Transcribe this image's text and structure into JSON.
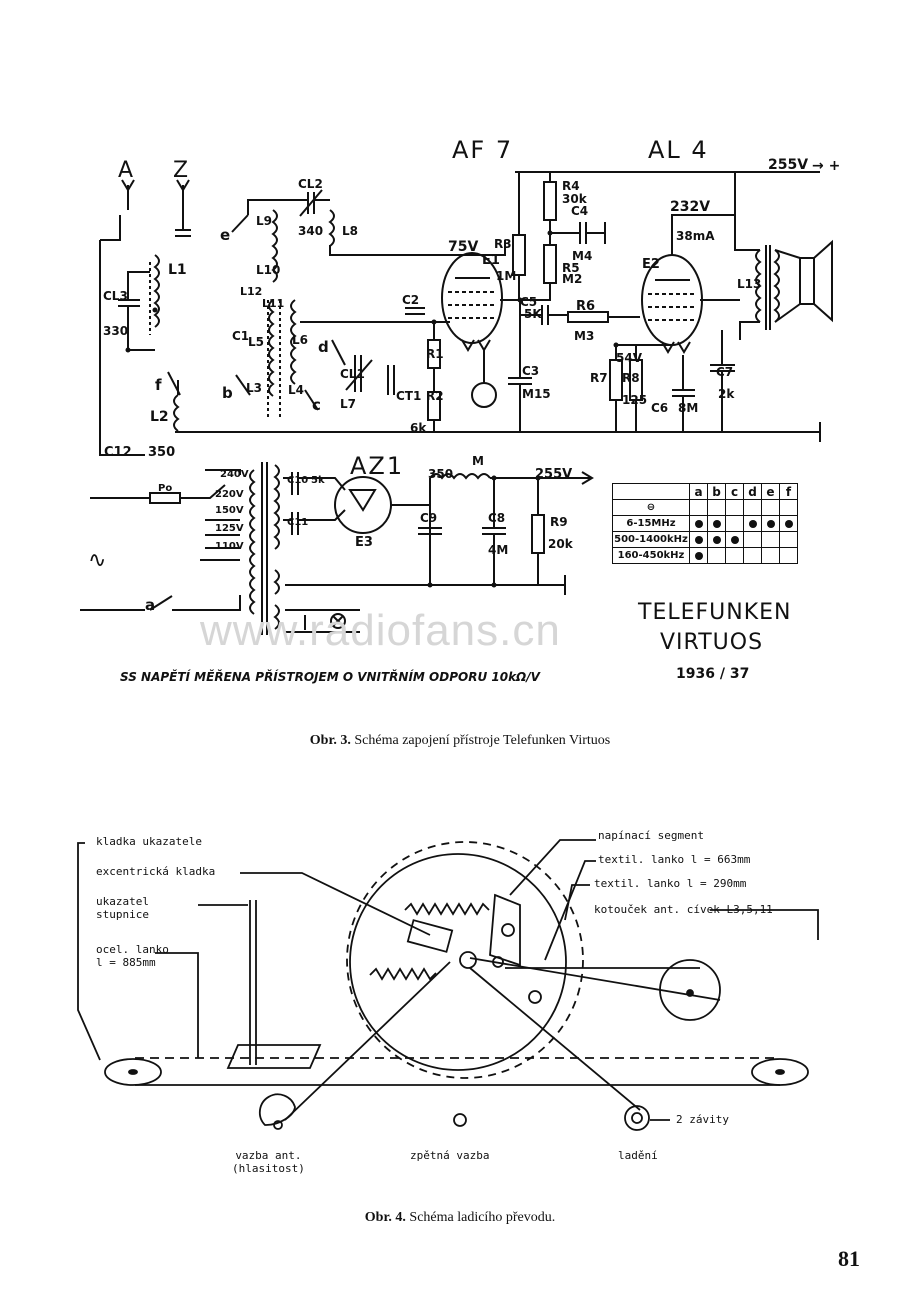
{
  "fig3": {
    "tubes": [
      "AF 7",
      "AL 4",
      "AZ1"
    ],
    "antenna_labels": [
      "A",
      "Z"
    ],
    "voltages": [
      "255V",
      "232V",
      "75V",
      "38mA",
      "54V",
      "350",
      "255V"
    ],
    "mains_taps": [
      "240V",
      "220V",
      "150V",
      "125V",
      "110V"
    ],
    "component_labels": [
      "CL2",
      "L9",
      "L10",
      "L12",
      "L11",
      "L5",
      "L6",
      "L3",
      "L4",
      "L7",
      "L1",
      "L2",
      "L8",
      "CL3",
      "CL1",
      "CT1",
      "C1",
      "C2",
      "C3",
      "C4",
      "C5",
      "C6",
      "C7",
      "C8",
      "C9",
      "C10",
      "C11",
      "C12",
      "R1",
      "R2",
      "R3",
      "R4",
      "R5",
      "R6",
      "R7",
      "R8",
      "R9",
      "E1",
      "E2",
      "E3",
      "L13",
      "Po",
      "M"
    ],
    "component_values": [
      "340",
      "330",
      "1M",
      "6k",
      "30k",
      "M4",
      "M2",
      "5K",
      "M3",
      "M15",
      "125",
      "8M",
      "2k",
      "4M",
      "20k",
      "350",
      "5k"
    ],
    "switch_labels": [
      "a",
      "b",
      "c",
      "d",
      "e",
      "f"
    ],
    "band_table": {
      "header": [
        "a",
        "b",
        "c",
        "d",
        "e",
        "f"
      ],
      "rows": [
        {
          "label": "⊖",
          "marks": [
            false,
            false,
            false,
            false,
            false,
            false
          ]
        },
        {
          "label": "6-15MHz",
          "marks": [
            true,
            true,
            false,
            true,
            true,
            true
          ]
        },
        {
          "label": "500-1400kHz",
          "marks": [
            true,
            true,
            true,
            false,
            false,
            false
          ]
        },
        {
          "label": "160-450kHz",
          "marks": [
            true,
            false,
            false,
            false,
            false,
            false
          ]
        }
      ]
    },
    "brand_line1": "TELEFUNKEN",
    "brand_line2": "VIRTUOS",
    "year": "1936 / 37",
    "note": "SS NAPĚTÍ MĚŘENA PŘÍSTROJEM O VNITŘNÍM ODPORU 10kΩ/V",
    "watermark": "www.radiofans.cn",
    "caption_bold": "Obr. 3.",
    "caption_text": " Schéma zapojení přístroje Telefunken Virtuos"
  },
  "fig4": {
    "labels": {
      "kladka": "kladka ukazatele",
      "excentricka": "excentrická kladka",
      "ukazatel": "ukazatel\nstupnice",
      "ocel": "ocel. lanko\nl = 885mm",
      "napinaci": "napínací segment",
      "textil1": "textil. lanko l = 663mm",
      "textil2": "textil. lanko l = 290mm",
      "kotoucek": "kotouček ant. cívek L3,5,11",
      "zavity": "2 závity",
      "vazba": "vazba ant.\n(hlasitost)",
      "zpetna": "zpětná vazba",
      "ladeni": "ladění"
    },
    "caption_bold": "Obr. 4.",
    "caption_text": " Schéma ladicího převodu."
  },
  "page_number": "81"
}
